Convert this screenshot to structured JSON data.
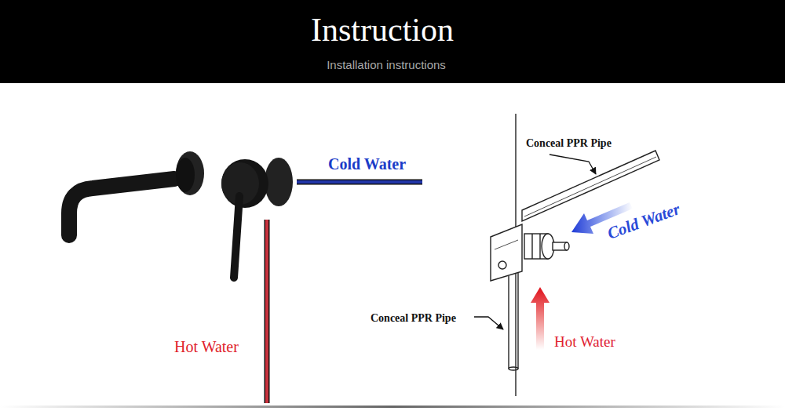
{
  "diagram": {
    "title": "Instruction",
    "labels": [
      "Installation instructions",
      "Cold Water",
      "Hot Water",
      "Conceal PPR Pipe",
      "Cold Water",
      "Conceal PPR Pipe",
      "Hot Water"
    ]
  }
}
